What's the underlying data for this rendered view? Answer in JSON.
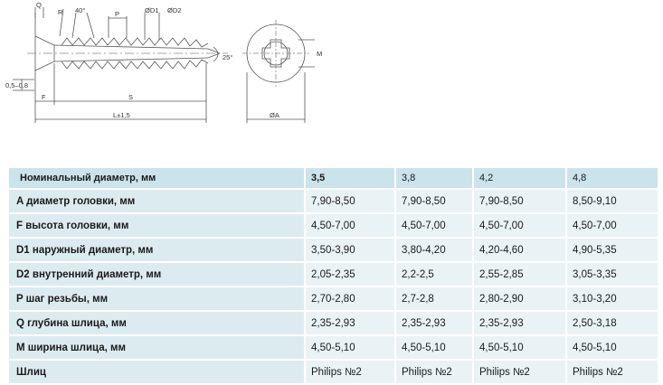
{
  "drawing": {
    "labels": {
      "q": "Q",
      "r": "R",
      "angle40": "40°",
      "p": "P",
      "d1": "ØD1",
      "d2": "ØD2",
      "angle25": "25°",
      "gap": "0,5–0,8",
      "f": "F",
      "s": "S",
      "l": "L±1,5",
      "m": "M",
      "a": "ØA"
    }
  },
  "table": {
    "header": [
      "Номинальный диаметр, мм",
      "3,5",
      "3,8",
      "4,2",
      "4,8"
    ],
    "rows": [
      {
        "label": "A диаметр головки, мм",
        "values": [
          "7,90-8,50",
          "7,90-8,50",
          "7,90-8,50",
          "8,50-9,10"
        ]
      },
      {
        "label": "F высота головки, мм",
        "values": [
          "4,50-7,00",
          "4,50-7,00",
          "4,50-7,00",
          "4,50-7,00"
        ]
      },
      {
        "label": "D1 наружный диаметр, мм",
        "values": [
          "3,50-3,90",
          "3,80-4,20",
          "4,20-4,60",
          "4,90-5,35"
        ]
      },
      {
        "label": "D2 внутренний диаметр, мм",
        "values": [
          "2,05-2,35",
          "2,2-2,5",
          "2,55-2,85",
          "3,05-3,35"
        ]
      },
      {
        "label": "P шаг резьбы, мм",
        "values": [
          "2,70-2,80",
          "2,7-2,8",
          "2,80-2,90",
          "3,10-3,20"
        ]
      },
      {
        "label": "Q глубина шлица, мм",
        "values": [
          "2,35-2,93",
          "2,35-2,93",
          "2,35-2,93",
          "2,50-3,18"
        ]
      },
      {
        "label": "M ширина шлица, мм",
        "values": [
          "4,50-5,10",
          "4,50-5,10",
          "4,50-5,10",
          "4,50-5,10"
        ]
      },
      {
        "label": "Шлиц",
        "values": [
          "Philips №2",
          "Philips №2",
          "Philips №2",
          "Philips №2"
        ]
      }
    ]
  }
}
